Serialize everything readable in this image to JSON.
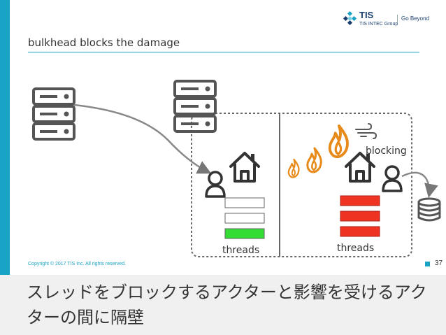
{
  "header": {
    "title": "bulkhead blocks the damage",
    "logo": {
      "name": "TIS",
      "group": "TIS INTEC Group",
      "tagline": "Go Beyond",
      "accent_color": "#19a3c4"
    }
  },
  "diagram": {
    "left_label": "threads",
    "right_label": "threads",
    "blocking_label": "blocking",
    "thread_colors": {
      "free": "#ffffff",
      "busy_green": "#33dd33",
      "busy_red": "#ee3322"
    }
  },
  "footer": {
    "copyright": "Copyright © 2017 TIS Inc. All rights reserved.",
    "page_number": "37"
  },
  "banner": {
    "text": "スレッドをブロックするアクターと影響を受けるアクターの間に隔壁"
  }
}
